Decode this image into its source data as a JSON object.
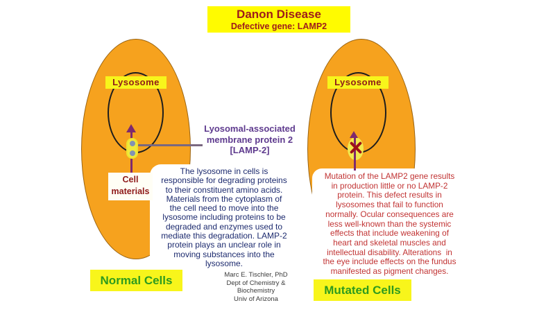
{
  "title": {
    "line1": "Danon Disease",
    "line2": "Defective gene: LAMP2"
  },
  "normal_cell": {
    "bottom_label": "Normal Cells",
    "lysosome_label": "Lysosome",
    "cell_materials_label": "Cell\nmaterials",
    "description": "The lysosome in cells is\nresponsible for degrading proteins\nto their constituent amino acids.\nMaterials from the cytoplasm of\nthe cell need to move into the\nlysosome including proteins to be\ndegraded and enzymes used to\nmediate this degradation. LAMP-2\nprotein plays an unclear role in\nmoving substances into the\nlysosome."
  },
  "mutated_cell": {
    "bottom_label": "Mutated Cells",
    "lysosome_label": "Lysosome",
    "description": "Mutation of the LAMP2 gene results\nin production little or no LAMP-2\nprotein. This defect results in\nlysosomes that fail to function\nnormally. Ocular consequences are\nless well-known than the systemic\neffects that include weakening of\nheart and skeletal muscles and\nintellectual disability. Alterations  in\nthe eye include effects on the fundus\nmanifested as pigment changes."
  },
  "lamp2_annotation": "Lyosomal-associated\nmembrane protein 2\n[LAMP-2]",
  "credit": "Marc E. Tischler, PhD\nDept of Chemistry &\nBiochemistry\nUniv of Arizona",
  "colors": {
    "cell_fill": "#F6A21E",
    "title_bg": "#FFFB00",
    "highlight_bg": "#F8F51B",
    "title_text": "#9E1B1B",
    "lysosome_label_text": "#8E1A1A",
    "cells_label_text": "#2E9B1E",
    "normal_description_text": "#1C2A6E",
    "mutated_description_text": "#C13333",
    "lamp2_annotation_text": "#5E3A8E",
    "arrow": "#7E2A6E",
    "blocked_x": "#9E1318",
    "connector_line": "#7A6880"
  }
}
